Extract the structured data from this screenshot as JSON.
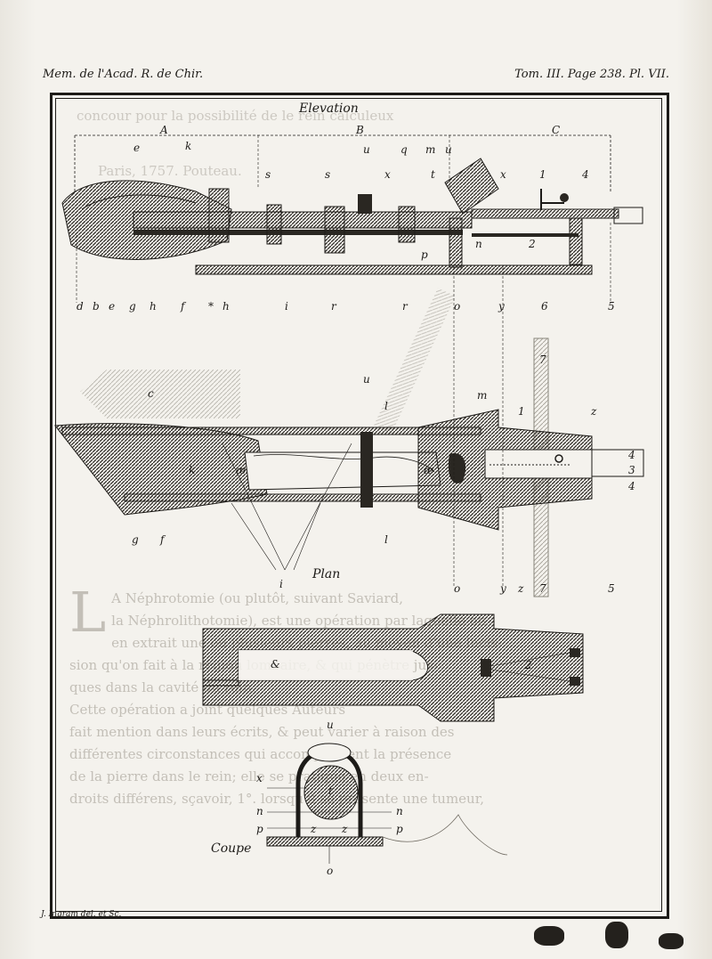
{
  "header": {
    "left": "Mem. de l'Acad. R. de Chir.",
    "right": "Tom. III. Page 238. Pl. VII."
  },
  "titles": {
    "elevation": "Elevation",
    "plan": "Plan",
    "coupe": "Coupe"
  },
  "credit": "J. Ingram del. et Sc.",
  "bleed_text": [
    "concour pour la possibilité de le rein calculeux",
    "Paris, 1757. Pouteau."
  ],
  "labels": {
    "A": "A",
    "B": "B",
    "C": "C",
    "d": "d",
    "b": "b",
    "e": "e",
    "g": "g",
    "h": "h",
    "f": "f",
    "star": "*",
    "k": "k",
    "s": "s",
    "u": "u",
    "x": "x",
    "q": "q",
    "t": "t",
    "m": "m",
    "n": "n",
    "p": "p",
    "r": "r",
    "o": "o",
    "y": "y",
    "z": "z",
    "i": "i",
    "l": "l",
    "c": "c",
    "ae": "æ",
    "amp": "&",
    "one": "1",
    "two": "2",
    "three": "3",
    "four": "4",
    "five": "5",
    "six": "6",
    "seven": "7"
  },
  "text_block": {
    "dropcap": "L",
    "lines": [
      "A Néphrotomie (ou plutôt, suivant Saviard,",
      "la Néphrolithotomie), est une opération par laquelle on",
      "en extrait une ou plusieurs pierres, au moyen d'une incis-",
      "sion qu'on fait à la région lombaire, & qui pénètre jus-",
      "ques dans la cavité du rein.",
      "Cette opération a joint quelques Auteurs",
      "fait mention dans leurs écrits, & peut varier à raison des",
      "différentes circonstances qui accompagnent la présence",
      "de la pierre dans le rein; elle se pratique en deux en-",
      "droits différens, sçavoir, 1°. lorsqu'il se présente une tumeur,"
    ]
  }
}
